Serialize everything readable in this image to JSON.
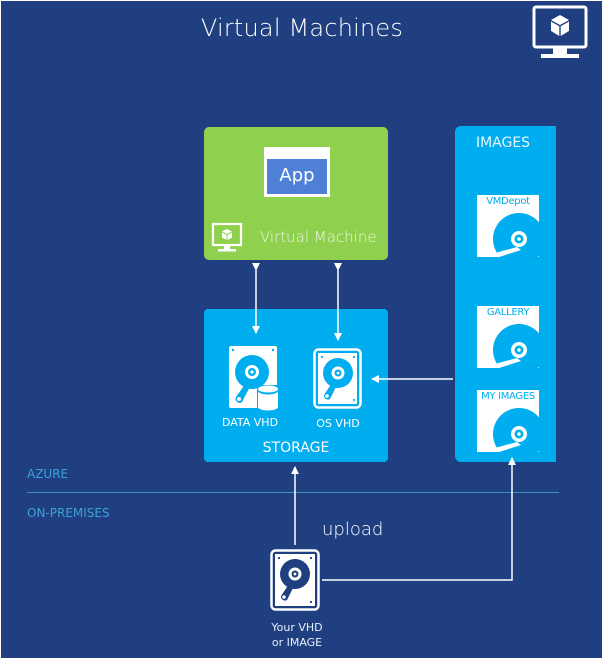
{
  "title": "Virtual Machines",
  "header_icon": "virtual-machine-monitor-icon",
  "vm": {
    "app_label": "App",
    "label": "Virtual Machine",
    "icon": "virtual-machine-monitor-icon",
    "color": "#8fd14f"
  },
  "storage": {
    "label": "STORAGE",
    "color": "#00aeef",
    "disks": [
      {
        "label": "DATA VHD",
        "icon": "hard-disk-with-database-icon"
      },
      {
        "label": "OS VHD",
        "icon": "hard-disk-icon"
      }
    ]
  },
  "images": {
    "title": "IMAGES",
    "items": [
      {
        "label": "VMDepot",
        "icon": "disk-image-icon"
      },
      {
        "label": "GALLERY",
        "icon": "disk-image-icon"
      },
      {
        "label": "MY IMAGES",
        "icon": "disk-image-icon"
      }
    ]
  },
  "zones": {
    "azure": "AZURE",
    "on_premises": "ON-PREMISES"
  },
  "upload_label": "upload",
  "source": {
    "line1": "Your VHD",
    "line2": "or IMAGE",
    "icon": "hard-disk-icon"
  },
  "colors": {
    "background": "#1f3f80",
    "vm_green": "#8fd14f",
    "azure_blue": "#00aeef",
    "app_blue": "#4f80d8",
    "divider": "#3f8fc0"
  }
}
